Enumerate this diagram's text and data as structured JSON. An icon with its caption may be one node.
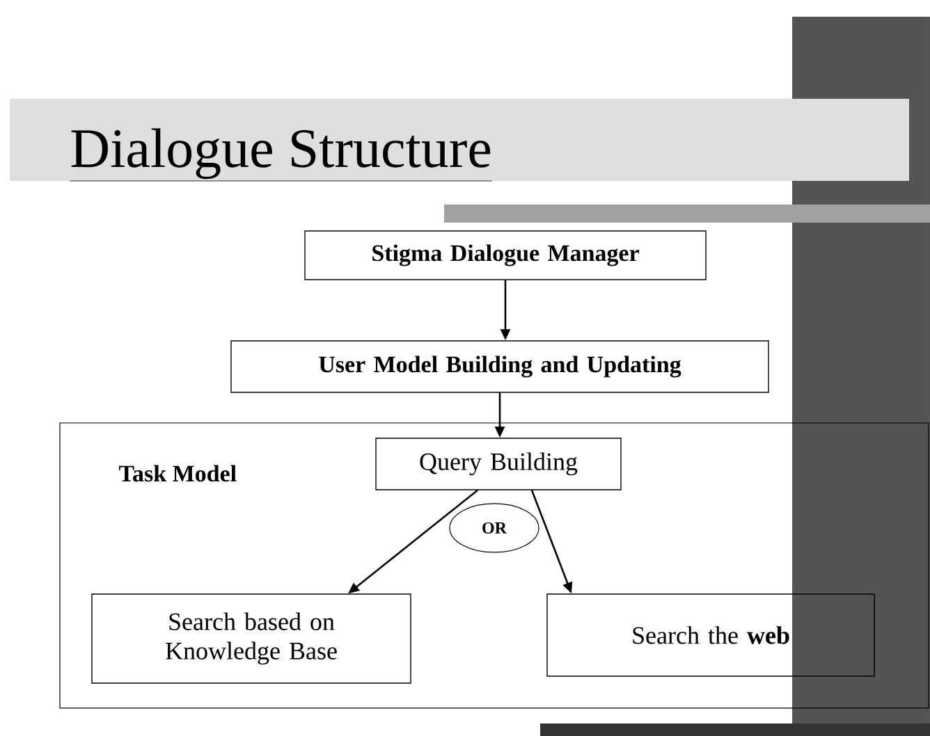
{
  "diagram": {
    "title": "Dialogue Structure",
    "nodes": [
      {
        "text": [
          "Stigma Dialogue Manager"
        ]
      },
      {
        "text": [
          "User Model Building and Updating"
        ]
      },
      {
        "text": [
          "Task Model"
        ]
      },
      {
        "text": [
          "Query Building"
        ],
        "in": 2
      },
      {
        "text": [
          "OR"
        ],
        "in": 2
      },
      {
        "text": [
          "Search based on Knowledge Base"
        ],
        "in": 2
      },
      {
        "text": [
          "Search the **web**"
        ],
        "in": 2
      }
    ],
    "edges": [
      {
        "from": 0,
        "to": 1,
        "arrow": "to"
      },
      {
        "from": 1,
        "to": 3,
        "arrow": "to"
      },
      {
        "from": 3,
        "to": 5,
        "arrow": "to"
      },
      {
        "from": 3,
        "to": 6,
        "arrow": "to"
      }
    ]
  }
}
